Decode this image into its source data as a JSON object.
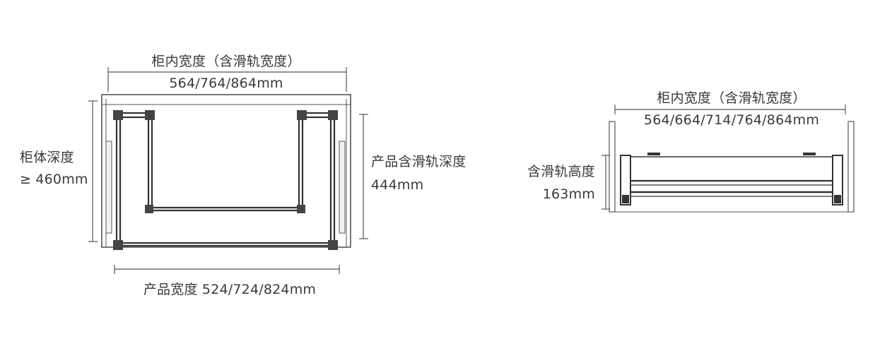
{
  "top_view": {
    "cabinet_inner_width_title": "柜内宽度（含滑轨宽度）",
    "cabinet_inner_width_value": "564/764/864mm",
    "cabinet_depth_title": "柜体深度",
    "cabinet_depth_value": "≥ 460mm",
    "product_depth_title": "产品含滑轨深度",
    "product_depth_value": "444mm",
    "product_width": "产品宽度 524/724/824mm"
  },
  "front_view": {
    "cabinet_inner_width_title": "柜内宽度（含滑轨宽度）",
    "cabinet_inner_width_value": "564/664/714/764/864mm",
    "height_title": "含滑轨高度",
    "height_value": "163mm"
  },
  "colors": {
    "line": "#555555",
    "frame": "#333333",
    "text": "#3a3a3a"
  }
}
